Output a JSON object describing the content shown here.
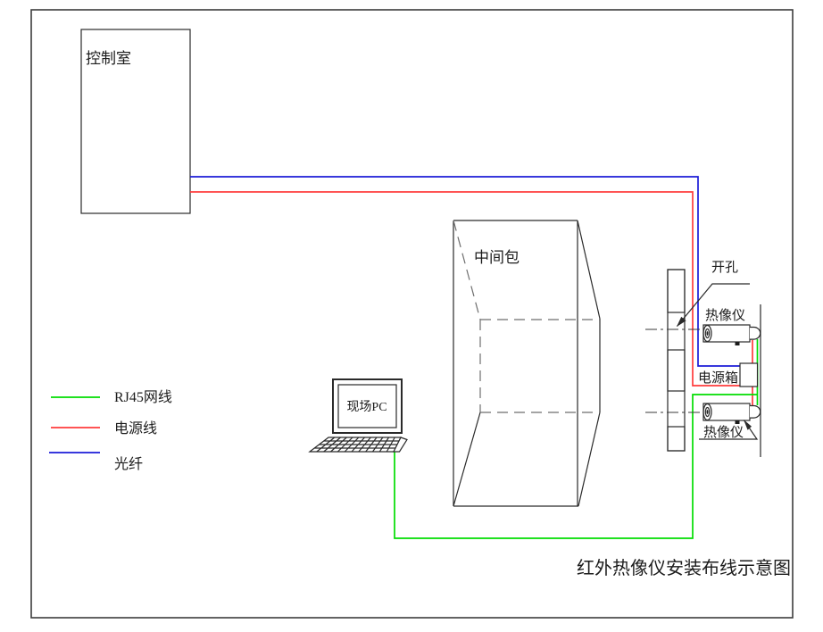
{
  "diagram": {
    "caption": "红外热像仪安装布线示意图",
    "control_room": "控制室",
    "tundish": "中间包",
    "field_pc": "现场PC",
    "opening": "开孔",
    "thermal_imager_upper": "热像仪",
    "thermal_imager_lower": "热像仪",
    "power_box": "电源箱"
  },
  "legend": {
    "items": [
      {
        "label": "RJ45网线",
        "color": "#00dd00"
      },
      {
        "label": "电源线",
        "color": "#ff3b3b"
      },
      {
        "label": "光纤",
        "color": "#1c1cd8"
      }
    ]
  },
  "colors": {
    "line": "#2a2a2a",
    "border": "#3c3c3c"
  }
}
